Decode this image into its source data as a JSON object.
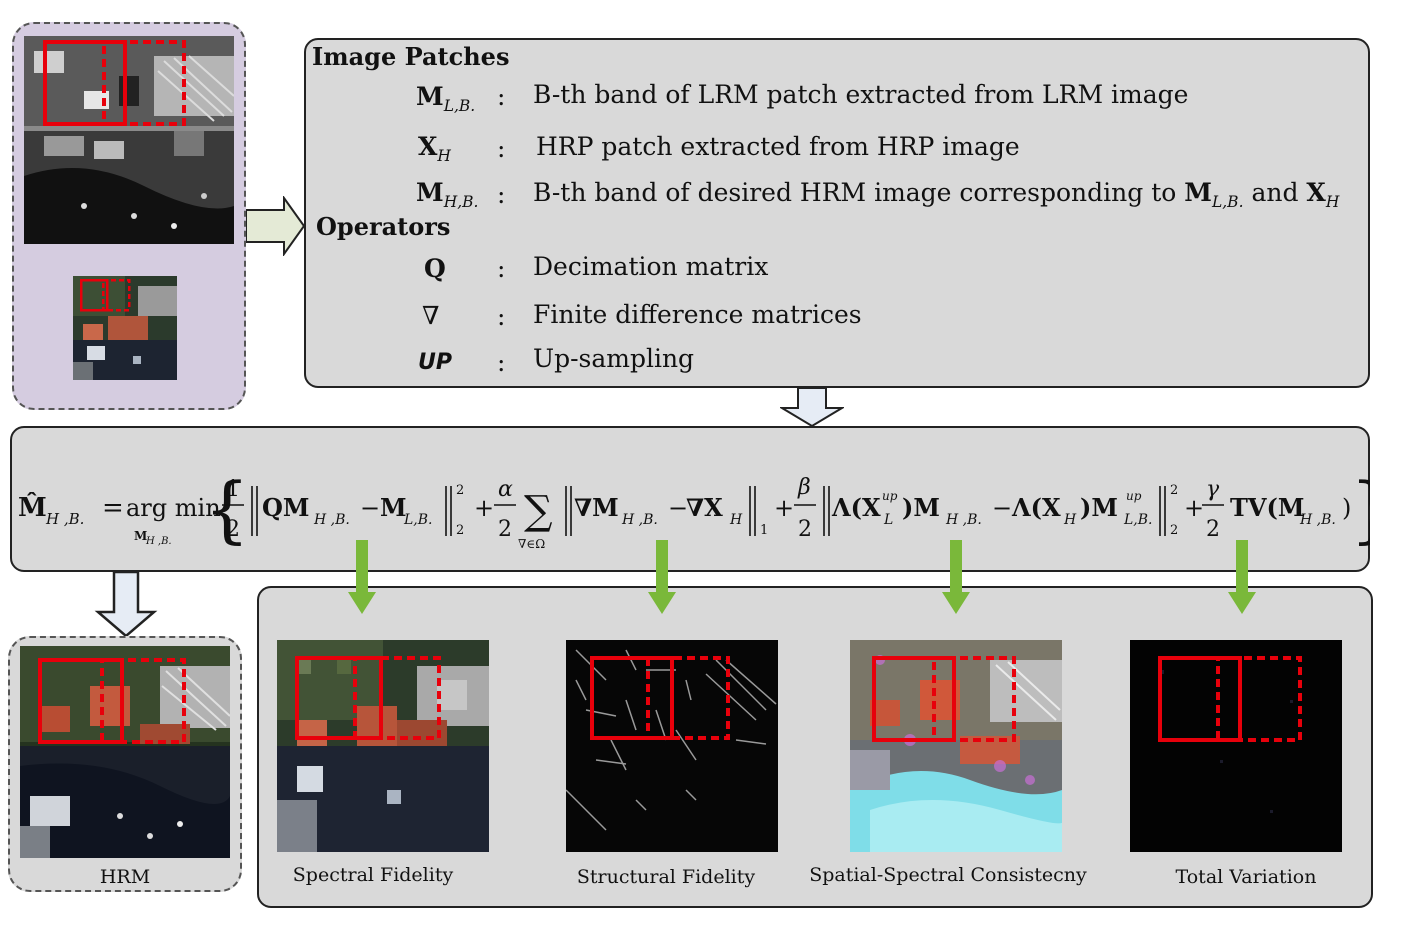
{
  "info_panel": {
    "image_patches_title": "Image Patches",
    "operators_title": "Operators",
    "rows": [
      {
        "symbol": "M",
        "subscript": "L,B.",
        "colon": ":",
        "desc": "B-th band of LRM patch extracted from LRM image"
      },
      {
        "symbol": "X",
        "subscript": "H",
        "colon": ":",
        "desc": "HRP patch extracted from HRP image"
      },
      {
        "symbol": "M",
        "subscript": "H,B.",
        "colon": ":",
        "desc": "B-th band of desired HRM image corresponding to",
        "desc_sym1": "M",
        "desc_sub1": "L,B.",
        "desc_and": "and",
        "desc_sym2": "X",
        "desc_sub2": "H"
      },
      {
        "symbol": "Q",
        "colon": ":",
        "desc": "Decimation matrix"
      },
      {
        "symbol": "∇",
        "colon": ":",
        "desc": "Finite difference matrices"
      },
      {
        "symbol": "UP",
        "colon": ":",
        "desc": "Up-sampling"
      }
    ]
  },
  "equation": {
    "lhs": "M̂",
    "lhs_sub": "H ,B.",
    "equals": "=",
    "argmin": "arg min",
    "argmin_sub": "M",
    "argmin_sub_sub": "H ,B.",
    "half": "1",
    "half_den": "2",
    "term1": "QM",
    "term1_sub": "H ,B.",
    "minus": "−",
    "term1b": "M",
    "term1b_sub": "L,B.",
    "norm_sup": "2",
    "norm_sub": "2",
    "plus": "+",
    "alpha": "α",
    "sum_sub": "∇∈Ω",
    "term2": "∇M",
    "term2_sub": "H ,B.",
    "term2b": "∇X",
    "term2b_sub": "H",
    "norm1_sub": "1",
    "beta": "β",
    "term3": "Λ(X",
    "term3_sup": "up",
    "term3_sub": "L",
    "term3_rest": ")M",
    "term3_rest_sub": "H ,B.",
    "term3b": "Λ(X",
    "term3b_sub": "H",
    "term3b_rest": ")M",
    "term3b_rest_sup": "up",
    "term3b_rest_sub": "L,B.",
    "gamma": "γ",
    "tv": "TV(M",
    "tv_sub": "H ,B.",
    "tv_close": ")"
  },
  "captions": {
    "hrm": "HRM",
    "spectral": "Spectral  Fidelity",
    "structural": "Structural Fidelity",
    "spatial_spectral": "Spatial-Spectral Consistecny",
    "total_variation": "Total Variation"
  },
  "colors": {
    "panel_fill": "#d9d9d9",
    "input_panel_fill": "#d5cce0",
    "hrm_panel_fill": "#d9d9d9",
    "highlight_red": "#e8000b",
    "green_arrow": "#7ab83a",
    "down_arrow_fill": "#e6ecf5",
    "side_arrow_fill": "#e4ead6"
  }
}
